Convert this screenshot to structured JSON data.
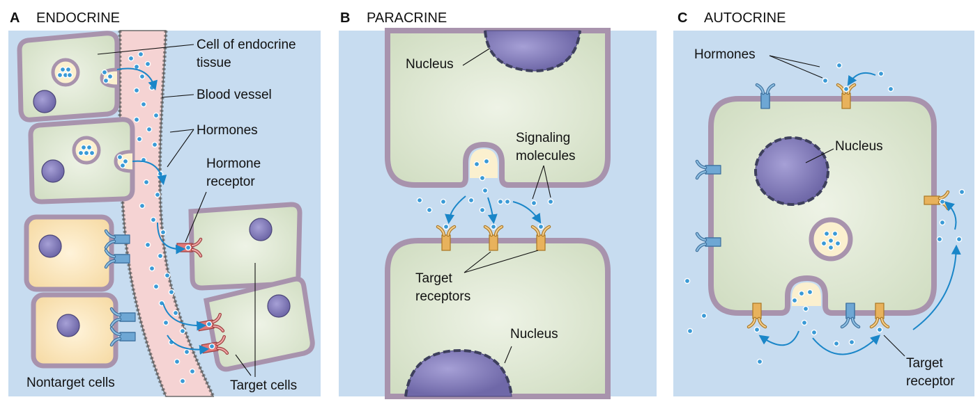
{
  "colors": {
    "panel_bg": "#c7dcf0",
    "cell_fill": "#dfe8d4",
    "membrane": "#a893ad",
    "nucleus": "#7f78b8",
    "vessel": "#f5d3d3",
    "molecule": "#3a9ad6",
    "arrow": "#1a86c8",
    "nontarget_fill": "#fce7bd",
    "receptor_blue": "#6ea7d4",
    "receptor_orange": "#e8b25c",
    "receptor_red": "#d96b6b"
  },
  "panels": {
    "a": {
      "letter": "A",
      "title": "ENDOCRINE",
      "labels": {
        "cell_tissue_1": "Cell of endocrine",
        "cell_tissue_2": "tissue",
        "blood_vessel": "Blood vessel",
        "hormones": "Hormones",
        "hormone_1": "Hormone",
        "hormone_2": "receptor",
        "nontarget": "Nontarget cells",
        "target": "Target cells"
      }
    },
    "b": {
      "letter": "B",
      "title": "PARACRINE",
      "labels": {
        "nucleus_top": "Nucleus",
        "signaling_1": "Signaling",
        "signaling_2": "molecules",
        "target_1": "Target",
        "target_2": "receptors",
        "nucleus_bottom": "Nucleus"
      }
    },
    "c": {
      "letter": "C",
      "title": "AUTOCRINE",
      "labels": {
        "hormones": "Hormones",
        "nucleus": "Nucleus",
        "target_1": "Target",
        "target_2": "receptor"
      }
    }
  }
}
